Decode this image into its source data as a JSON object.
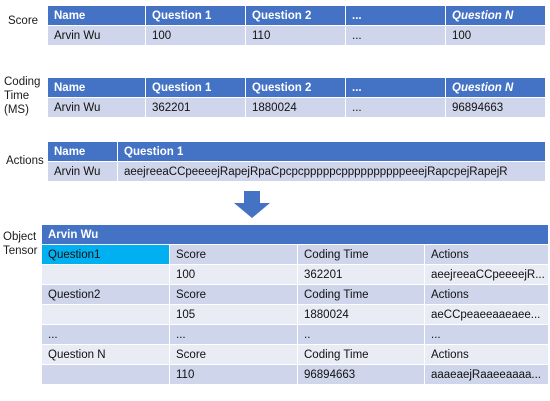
{
  "score": {
    "label": "Score",
    "headers": [
      "Name",
      "Question 1",
      "Question 2",
      "...",
      "Question N"
    ],
    "row": [
      "Arvin Wu",
      "100",
      "110",
      "...",
      "100"
    ]
  },
  "coding_time": {
    "label_lines": [
      "Coding",
      "Time",
      "(MS)"
    ],
    "headers": [
      "Name",
      "Question 1",
      "Question 2",
      "...",
      "Question N"
    ],
    "row": [
      "Arvin Wu",
      "362201",
      "1880024",
      "...",
      "96894663"
    ]
  },
  "actions": {
    "label": "Actions",
    "headers": [
      "Name",
      "Question 1"
    ],
    "row": [
      "Arvin Wu",
      "aeejreeaCCpeeeejRapejRpaCpcpcpppppcppppppppppeeejRapcpejRapejR"
    ]
  },
  "arrow": {
    "icon": "arrow-down-icon",
    "color": "#4472c4"
  },
  "object_tensor": {
    "label_lines": [
      "Object",
      "Tensor"
    ],
    "title": "Arvin Wu",
    "rows": [
      [
        "Question1",
        "Score",
        "Coding Time",
        "Actions"
      ],
      [
        "",
        "100",
        "362201",
        "aeejreeaCCpeeeejR..."
      ],
      [
        "Question2",
        "Score",
        "Coding Time",
        "Actions"
      ],
      [
        "",
        "105",
        "1880024",
        "aeCCpeaeeaaeaee..."
      ],
      [
        "...",
        "...",
        "..",
        "..."
      ],
      [
        "Question N",
        "Score",
        "Coding Time",
        "Actions"
      ],
      [
        "",
        "110",
        "96894663",
        "aaaeaejRaaeeaaaa..."
      ]
    ]
  },
  "colors": {
    "header": "#4472c4",
    "row_dark": "#cfd5ea",
    "row_light": "#e9ebf5",
    "highlight": "#00b0f0"
  }
}
